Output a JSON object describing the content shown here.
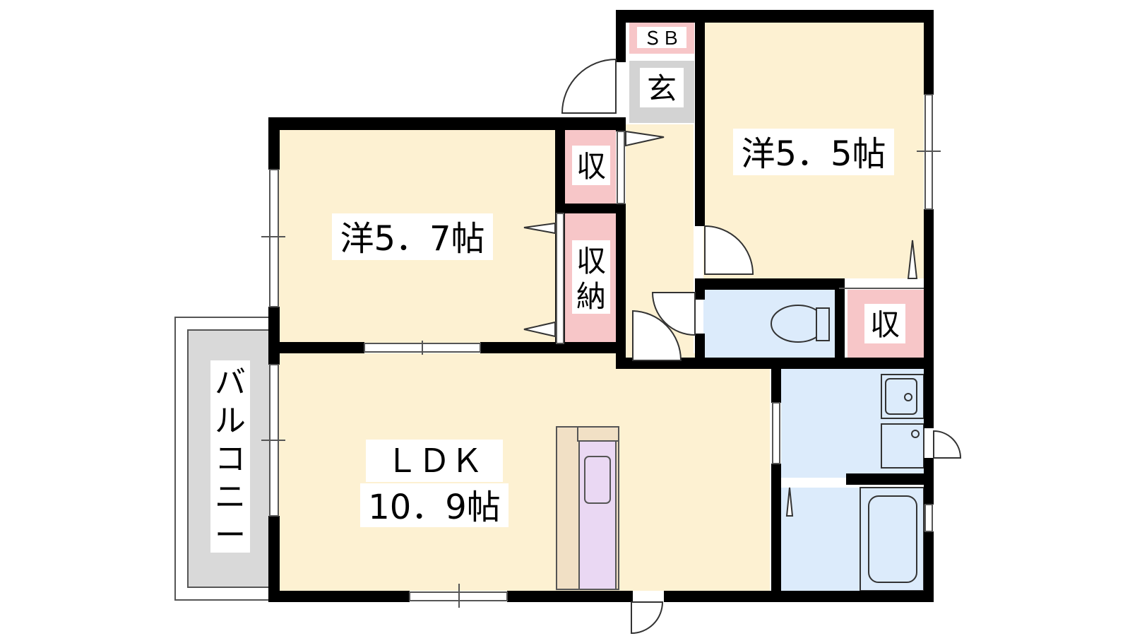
{
  "rooms": {
    "western_right": {
      "label": "洋5．5帖"
    },
    "western_left": {
      "label": "洋5．7帖"
    },
    "ldk": {
      "line1": "ＬＤＫ",
      "line2": "10．9帖"
    },
    "entrance": {
      "label": "玄"
    },
    "shoe_box": {
      "label": "ＳＢ"
    },
    "storage_top": {
      "label": "収"
    },
    "storage_mid": {
      "line1": "収",
      "line2": "納"
    },
    "storage_right": {
      "label": "収"
    },
    "balcony": {
      "chars": [
        "バ",
        "ル",
        "コ",
        "ニ",
        "ー"
      ]
    }
  },
  "colors": {
    "room_fill": "#fdf1d2",
    "storage_fill": "#f7c6c8",
    "wet_fill": "#dcebfb",
    "entrance_fill": "#d3d3d3",
    "balcony_fill": "#d9d9d9",
    "kitchen_fill": "#ead8f3",
    "counter_fill": "#f1e0c5",
    "wall": "#000000"
  }
}
